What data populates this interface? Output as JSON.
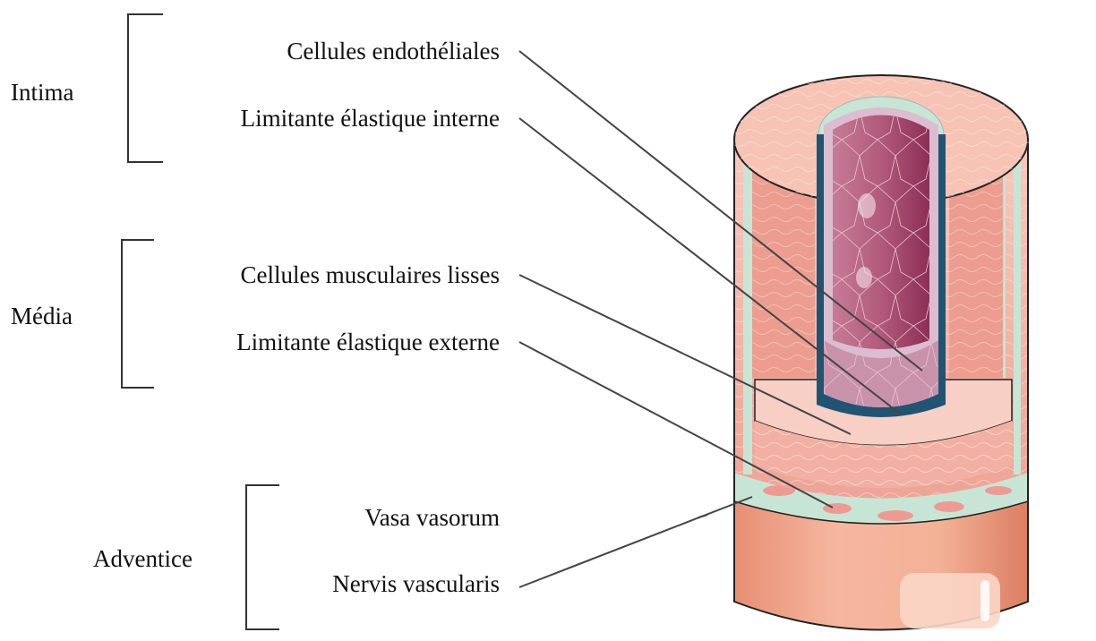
{
  "groups": {
    "intima": "Intima",
    "media": "Média",
    "adventice": "Adventice"
  },
  "labels": {
    "endothelial": "Cellules endothéliales",
    "internal_elastic": "Limitante élastique interne",
    "smooth_muscle": "Cellules musculaires lisses",
    "external_elastic": "Limitante élastique externe",
    "vasa_vasorum": "Vasa vasorum",
    "nervis_vascularis": "Nervis vascularis"
  },
  "colors": {
    "adventitia": "#efa58c",
    "media_muscle": "#f2b3a8",
    "intima_lumen": "#a3476a",
    "elastic_blue": "#1f5573",
    "leader_line": "#444444"
  }
}
